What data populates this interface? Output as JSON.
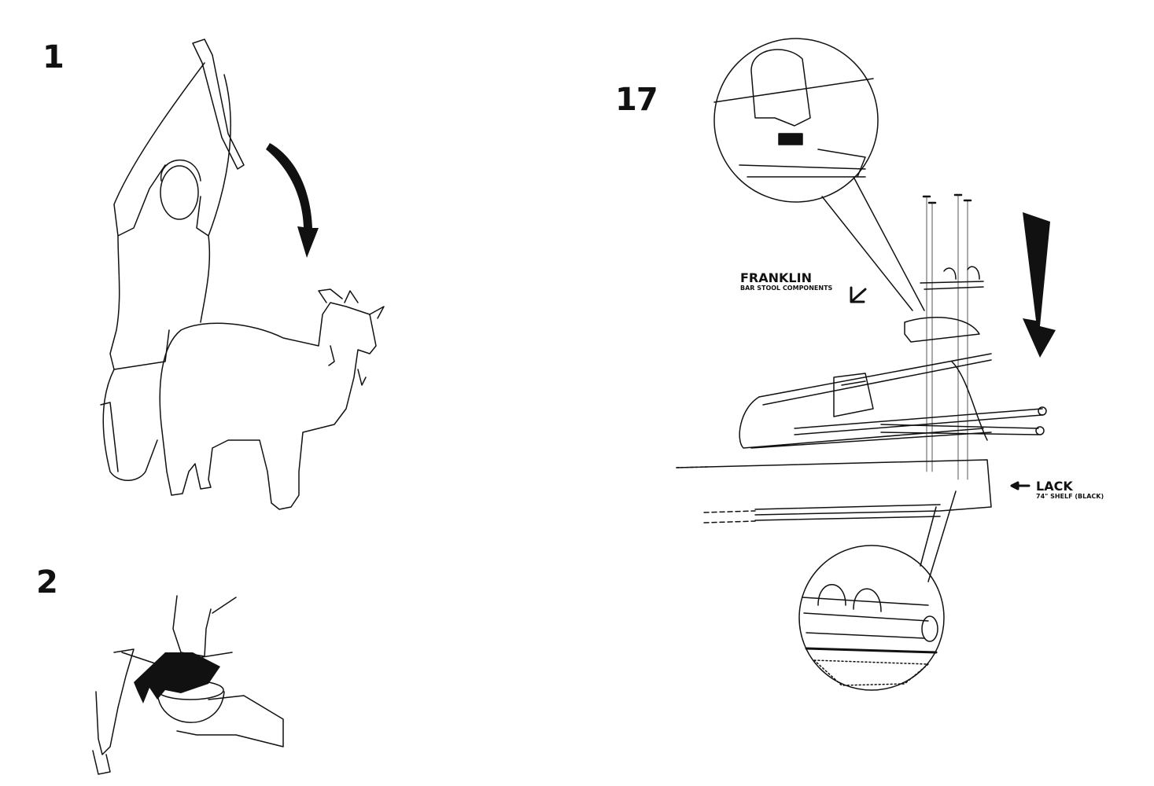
{
  "steps": [
    {
      "number": "1"
    },
    {
      "number": "2"
    },
    {
      "number": "17"
    }
  ],
  "labels": {
    "franklin": {
      "title": "FRANKLIN",
      "subtitle": "BAR STOOL COMPONENTS"
    },
    "lack": {
      "title": "LACK",
      "subtitle": "74\" SHELF (BLACK)"
    }
  },
  "colors": {
    "ink": "#111111",
    "paper": "#ffffff"
  }
}
